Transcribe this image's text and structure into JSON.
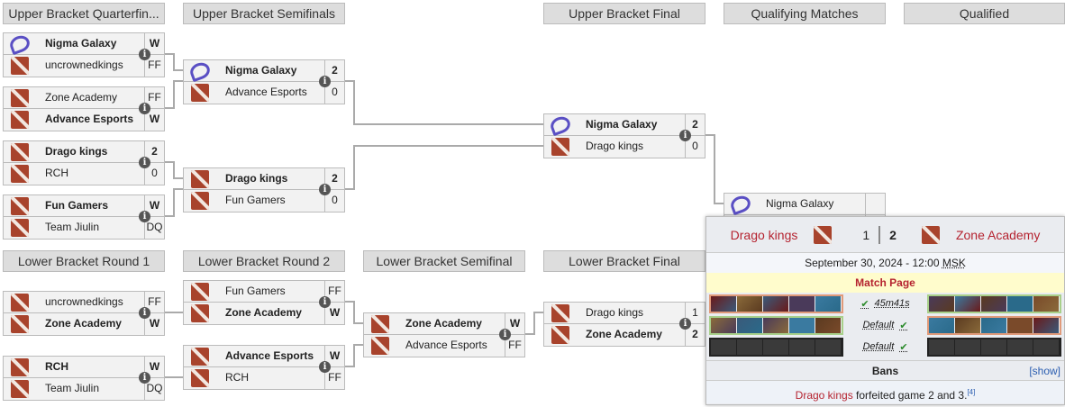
{
  "headers": [
    "Upper Bracket Quarterfin...",
    "Upper Bracket Semifinals",
    "Upper Bracket Final",
    "Qualifying Matches",
    "Qualified",
    "Lower Bracket Round 1",
    "Lower Bracket Round 2",
    "Lower Bracket Semifinal",
    "Lower Bracket Final"
  ],
  "matches": [
    {
      "teams": [
        {
          "name": "Nigma Galaxy",
          "logo": "nigma",
          "score": "W",
          "win": true
        },
        {
          "name": "uncrownedkings",
          "logo": "dota",
          "score": "FF"
        }
      ]
    },
    {
      "teams": [
        {
          "name": "Zone Academy",
          "logo": "dota",
          "score": "FF"
        },
        {
          "name": "Advance Esports",
          "logo": "dota",
          "score": "W",
          "win": true
        }
      ]
    },
    {
      "teams": [
        {
          "name": "Drago kings",
          "logo": "dota",
          "score": "2",
          "win": true
        },
        {
          "name": "RCH",
          "logo": "dota",
          "score": "0"
        }
      ]
    },
    {
      "teams": [
        {
          "name": "Fun Gamers",
          "logo": "dota",
          "score": "W",
          "win": true
        },
        {
          "name": "Team Jiulin",
          "logo": "dota",
          "score": "DQ"
        }
      ]
    },
    {
      "teams": [
        {
          "name": "Nigma Galaxy",
          "logo": "nigma",
          "score": "2",
          "win": true
        },
        {
          "name": "Advance Esports",
          "logo": "dota",
          "score": "0"
        }
      ]
    },
    {
      "teams": [
        {
          "name": "Drago kings",
          "logo": "dota",
          "score": "2",
          "win": true
        },
        {
          "name": "Fun Gamers",
          "logo": "dota",
          "score": "0"
        }
      ]
    },
    {
      "teams": [
        {
          "name": "Nigma Galaxy",
          "logo": "nigma",
          "score": "2",
          "win": true
        },
        {
          "name": "Drago kings",
          "logo": "dota",
          "score": "0"
        }
      ]
    },
    {
      "teams": [
        {
          "name": "uncrownedkings",
          "logo": "dota",
          "score": "FF"
        },
        {
          "name": "Zone Academy",
          "logo": "dota",
          "score": "W",
          "win": true
        }
      ]
    },
    {
      "teams": [
        {
          "name": "RCH",
          "logo": "dota",
          "score": "W",
          "win": true
        },
        {
          "name": "Team Jiulin",
          "logo": "dota",
          "score": "DQ"
        }
      ]
    },
    {
      "teams": [
        {
          "name": "Fun Gamers",
          "logo": "dota",
          "score": "FF"
        },
        {
          "name": "Zone Academy",
          "logo": "dota",
          "score": "W",
          "win": true
        }
      ]
    },
    {
      "teams": [
        {
          "name": "Advance Esports",
          "logo": "dota",
          "score": "W",
          "win": true
        },
        {
          "name": "RCH",
          "logo": "dota",
          "score": "FF"
        }
      ]
    },
    {
      "teams": [
        {
          "name": "Zone Academy",
          "logo": "dota",
          "score": "W",
          "win": true
        },
        {
          "name": "Advance Esports",
          "logo": "dota",
          "score": "FF"
        }
      ]
    },
    {
      "teams": [
        {
          "name": "Drago kings",
          "logo": "dota",
          "score": "1"
        },
        {
          "name": "Zone Academy",
          "logo": "dota",
          "score": "2",
          "win": true
        }
      ]
    },
    {
      "teams": [
        {
          "name": "Nigma Galaxy",
          "logo": "nigma",
          "score": ""
        },
        {
          "name": "",
          "logo": "",
          "score": ""
        }
      ]
    }
  ],
  "popup": {
    "team1": "Drago kings",
    "score1": "1",
    "score2": "2",
    "team2": "Zone Academy",
    "date": "September 30, 2024 - 12:00",
    "tz": "MSK",
    "match_page": "Match Page",
    "games": [
      {
        "result": "45m41s",
        "winner": "left",
        "left_side": "red",
        "right_side": "green"
      },
      {
        "result": "Default",
        "winner": "right",
        "left_side": "green",
        "right_side": "red"
      },
      {
        "result": "Default",
        "winner": "right",
        "left_side": "none",
        "right_side": "none"
      }
    ],
    "bans": "Bans",
    "show": "[show]",
    "note_team": "Drago kings",
    "note": " forfeited game 2 and 3.",
    "ref": "[4]"
  }
}
